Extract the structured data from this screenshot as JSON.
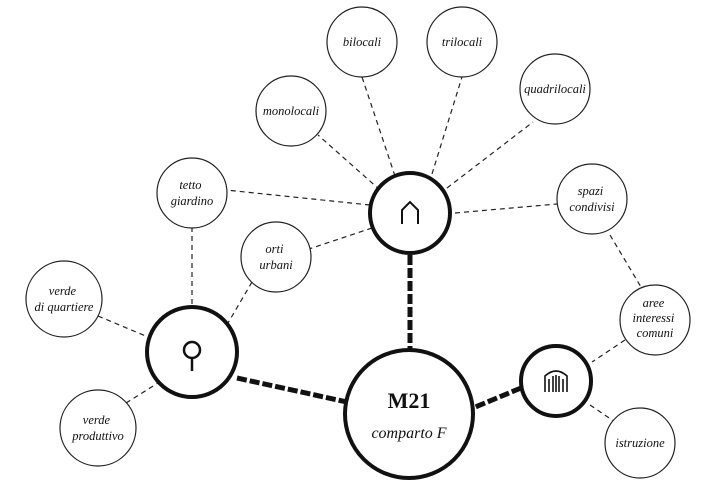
{
  "center": {
    "title": "M21",
    "subtitle": "comparto F"
  },
  "hubs": {
    "housing": {
      "icon": "house-outline-icon"
    },
    "green": {
      "icon": "tree-icon"
    },
    "services": {
      "icon": "building-columns-icon"
    }
  },
  "nodes": {
    "bilocali": [
      "bilocali"
    ],
    "trilocali": [
      "trilocali"
    ],
    "monolocali": [
      "monolocali"
    ],
    "quadrilocali": [
      "quadrilocali"
    ],
    "tetto": [
      "tetto",
      "giardino"
    ],
    "spazi": [
      "spazi",
      "condivisi"
    ],
    "orti": [
      "orti",
      "urbani"
    ],
    "verde_quartiere": [
      "verde",
      "di quartiere"
    ],
    "aree": [
      "aree",
      "interessi",
      "comuni"
    ],
    "verde_produttivo": [
      "verde",
      "produttivo"
    ],
    "istruzione": [
      "istruzione"
    ]
  }
}
